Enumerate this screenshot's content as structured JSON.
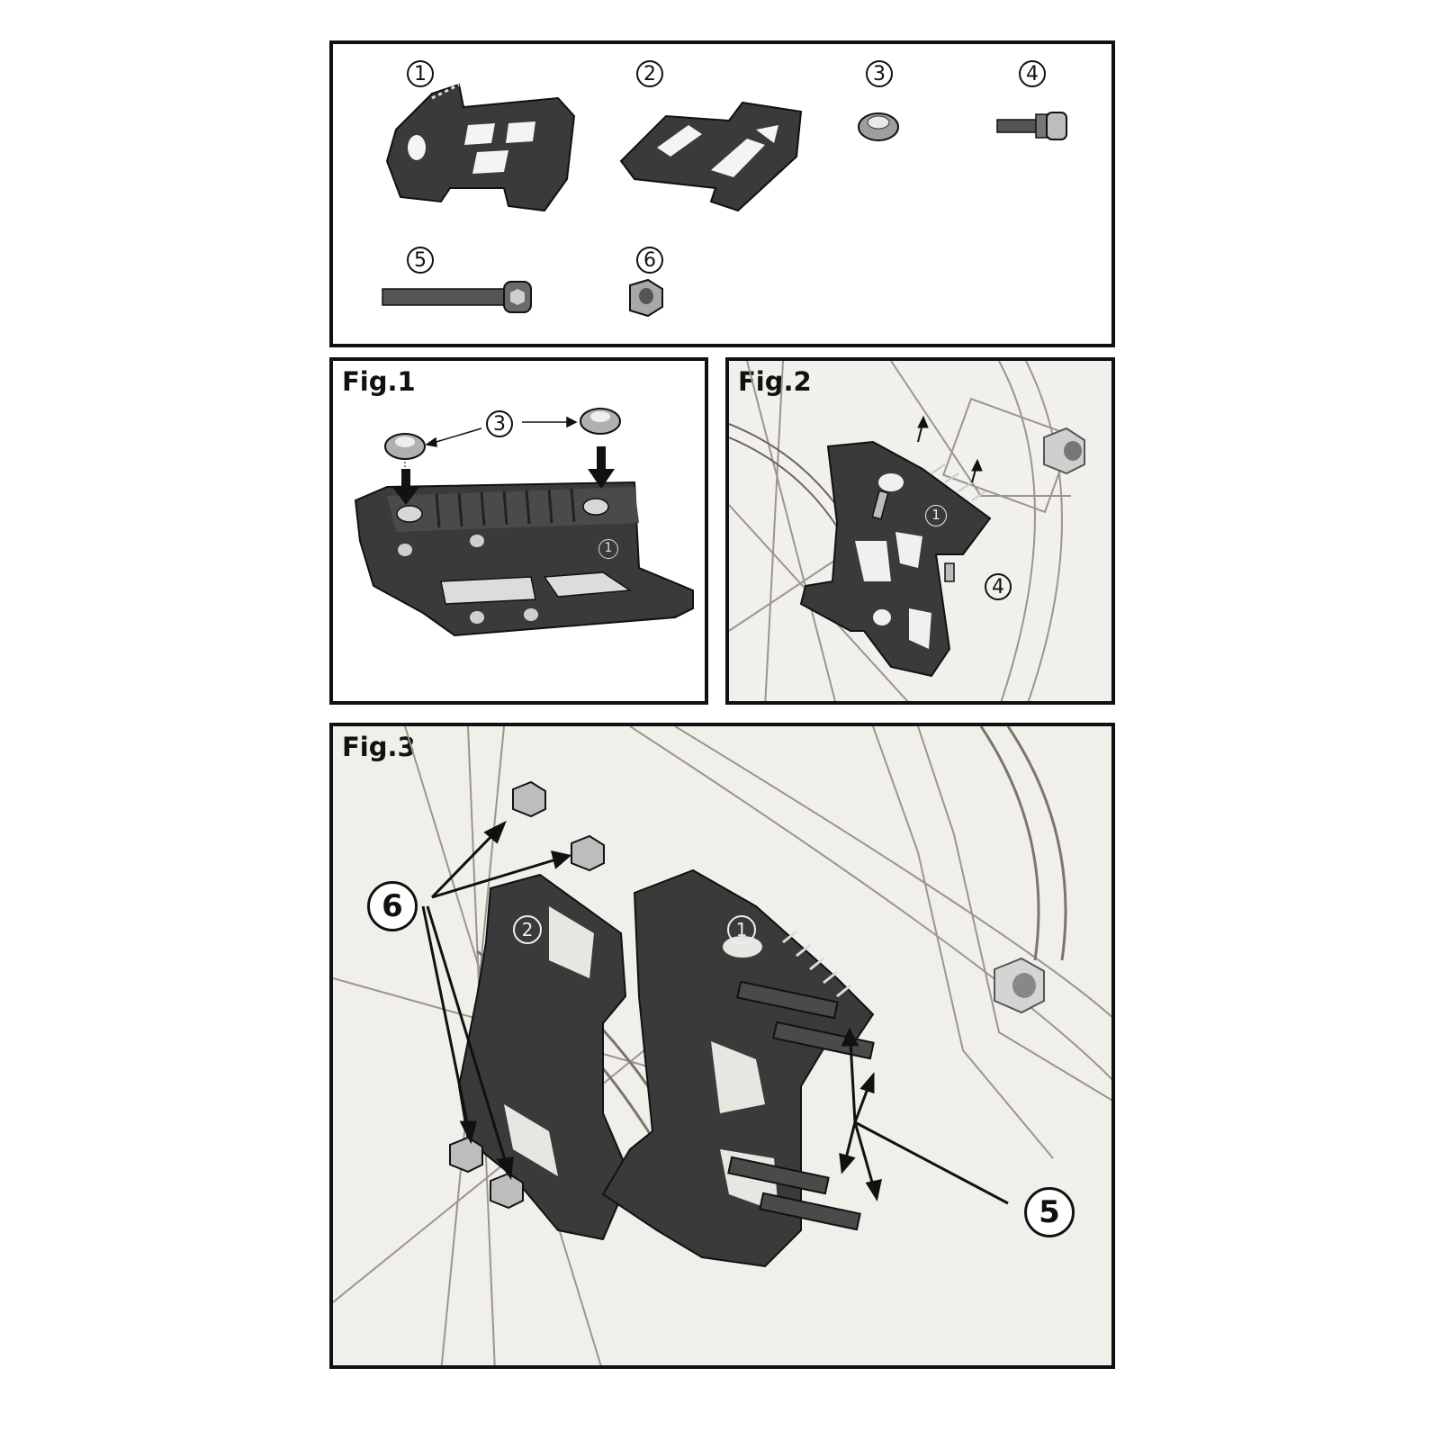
{
  "parts": {
    "items": [
      {
        "number": "1",
        "icon": "chain-guide-outer-block-icon"
      },
      {
        "number": "2",
        "icon": "chain-guide-inner-plate-icon"
      },
      {
        "number": "3",
        "icon": "washer-bushing-icon"
      },
      {
        "number": "4",
        "icon": "short-bolt-icon"
      },
      {
        "number": "5",
        "icon": "long-socket-bolt-icon"
      },
      {
        "number": "6",
        "icon": "lock-nut-icon"
      }
    ]
  },
  "fig1": {
    "title": "Fig.1",
    "callout": "3",
    "part_label": "1"
  },
  "fig2": {
    "title": "Fig.2",
    "part_label": "1",
    "callout": "4"
  },
  "fig3": {
    "title": "Fig.3",
    "callout_nut": "6",
    "callout_bolt": "5",
    "label_outer": "1",
    "label_inner": "2"
  },
  "colors": {
    "ink": "#111111",
    "part_fill": "#3a3a3a",
    "drawing_bg": "#f1efea",
    "sketch": "#9a968e"
  }
}
